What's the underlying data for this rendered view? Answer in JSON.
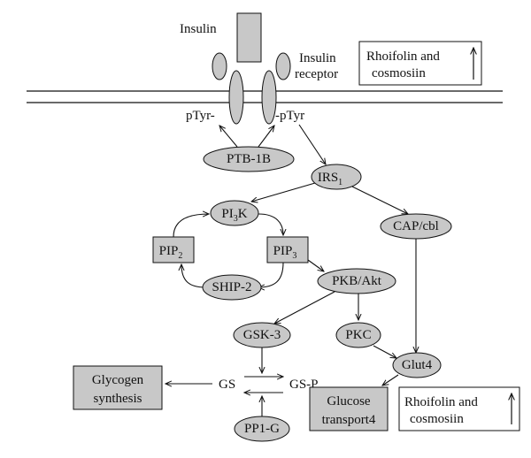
{
  "colors": {
    "node_fill": "#c8c8c8",
    "stroke": "#111111",
    "background": "#ffffff"
  },
  "labels": {
    "insulin": "Insulin",
    "insulin_receptor_line1": "Insulin",
    "insulin_receptor_line2": "receptor",
    "ptyr_left": "pTyr-",
    "ptyr_right": "-pTyr",
    "gs": "GS",
    "gsp": "GS-P"
  },
  "nodes": {
    "ptb1b": "PTB-1B",
    "irs1_main": "IRS",
    "irs1_sub": "1",
    "pi3k_a": "PI",
    "pi3k_sub": "3",
    "pi3k_b": "K",
    "pip2_main": "PIP",
    "pip2_sub": "2",
    "pip3_main": "PIP",
    "pip3_sub": "3",
    "ship2": "SHIP-2",
    "pkb_akt": "PKB/Akt",
    "cap_cbl": "CAP/cbl",
    "gsk3": "GSK-3",
    "pkc": "PKC",
    "glut4": "Glut4",
    "pp1g": "PP1-G"
  },
  "outputs": {
    "glycogen_line1": "Glycogen",
    "glycogen_line2": "synthesis",
    "glucose_line1": "Glucose",
    "glucose_line2": "transport4"
  },
  "effect_boxes": {
    "top_line1": "Rhoifolin and",
    "top_line2": "cosmosiin",
    "bottom_line1": "Rhoifolin and",
    "bottom_line2": "cosmosiin"
  }
}
